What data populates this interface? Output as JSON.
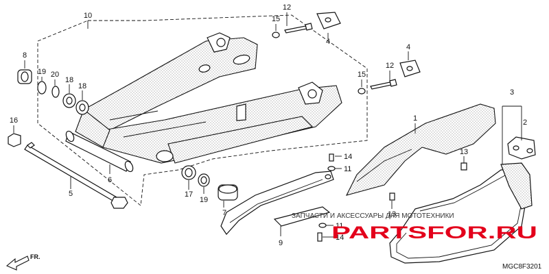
{
  "callouts": {
    "c1": "1",
    "c2": "2",
    "c3": "3",
    "c4a": "4",
    "c4b": "4",
    "c5": "5",
    "c6": "6",
    "c7": "7",
    "c8": "8",
    "c9": "9",
    "c10": "10",
    "c11a": "11",
    "c11b": "11",
    "c12a": "12",
    "c12b": "12",
    "c13a": "13",
    "c13b": "13",
    "c14a": "14",
    "c14b": "14",
    "c15a": "15",
    "c15b": "15",
    "c16": "16",
    "c17": "17",
    "c18a": "18",
    "c18b": "18",
    "c19a": "19",
    "c19b": "19",
    "c20": "20"
  },
  "watermark": {
    "tagline": "ЗАПЧАСТИ И АКСЕССУАРЫ ДЛЯ МОТОТЕХНИКИ",
    "brand": "PARTSFOR.RU"
  },
  "direction_label": "FR.",
  "diagram_code": "MGC8F3201"
}
